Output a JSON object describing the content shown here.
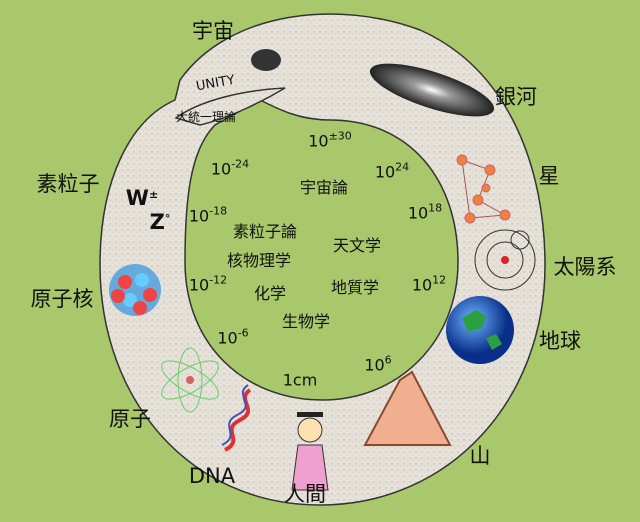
{
  "outer_labels": {
    "universe": "宇宙",
    "galaxy": "銀河",
    "star": "星",
    "solar_system": "太陽系",
    "earth": "地球",
    "mountain": "山",
    "human": "人間",
    "dna": "DNA",
    "atom": "原子",
    "nucleus": "原子核",
    "particle": "素粒子"
  },
  "head": {
    "unity": "UNITY",
    "gut": "大統一理論"
  },
  "bosons": {
    "w": "W",
    "w_sup": "±",
    "z": "Z",
    "z_sup": "°"
  },
  "scales": [
    {
      "base": "10",
      "exp": "±30"
    },
    {
      "base": "10",
      "exp": "-24"
    },
    {
      "base": "10",
      "exp": "24"
    },
    {
      "base": "10",
      "exp": "-18"
    },
    {
      "base": "10",
      "exp": "18"
    },
    {
      "base": "10",
      "exp": "-12"
    },
    {
      "base": "10",
      "exp": "12"
    },
    {
      "base": "10",
      "exp": "-6"
    },
    {
      "base": "10",
      "exp": "6"
    },
    {
      "base": "1cm",
      "exp": ""
    }
  ],
  "fields": {
    "cosmology": "宇宙論",
    "particle_theory": "素粒子論",
    "nuclear": "核物理学",
    "astronomy": "天文学",
    "chemistry": "化学",
    "geology": "地質学",
    "biology": "生物学"
  },
  "colors": {
    "background": "#a9c76b",
    "ring": "#e4e0d8"
  }
}
